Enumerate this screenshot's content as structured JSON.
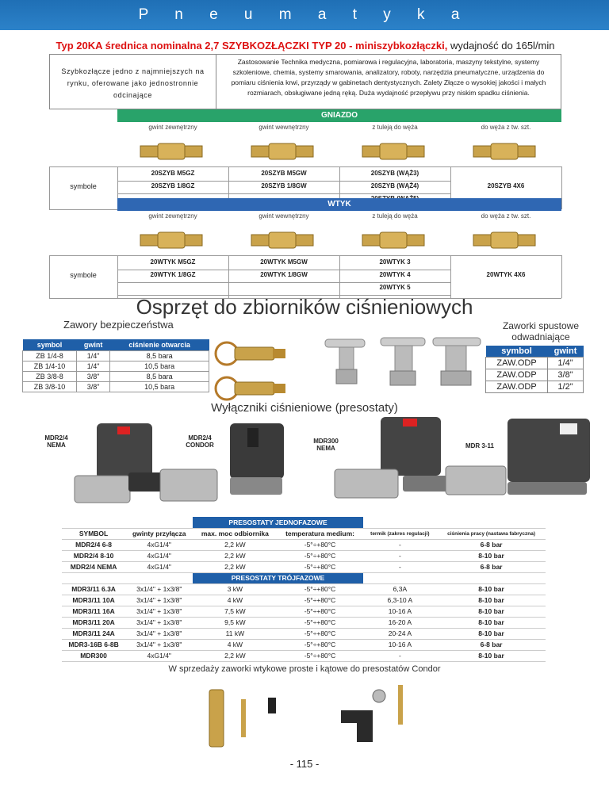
{
  "header": {
    "title": "P n e u m a t y k a"
  },
  "intro": {
    "title_red": "Typ 20KA średnica nominalna  2,7 SZYBKOZŁĄCZKI TYP 20 - miniszybkozłączki,",
    "title_rest": " wydajność do 165l/min",
    "left_text": "Szybkozłącze jedno z najmniejszych na rynku, oferowane jako jednostronnie odcinające",
    "right_text": "Zastosowanie Technika medyczna, pomiarowa i regulacyjna, laboratoria, maszyny tekstylne, systemy szkoleniowe, chemia, systemy smarowania, analizatory, roboty, narzędzia pneumatyczne, urządzenia do pomiaru ciśnienia krwi, przyrządy w gabinetach dentystycznych. Zalety Złącze o wysokiej jakości i małych rozmiarach, obsługiwane jedną ręką. Duża wydajność przepływu przy niskim spadku ciśnienia."
  },
  "gniazdo": {
    "band": "GNIAZDO",
    "cols": [
      "gwint zewnętrzny",
      "gwint wewnętrzny",
      "z tuleją do węża",
      "do węża z tw. szt."
    ],
    "symbol_label": "symbole",
    "rows": [
      [
        "20SZYB M5GZ",
        "20SZYB M5GW",
        "20SZYB (WĄŻ3)"
      ],
      [
        "20SZYB 1/8GZ",
        "20SZYB 1/8GW",
        "20SZYB (WĄŻ4)"
      ],
      [
        "",
        "",
        "20SZYB (WĄŻ5)"
      ]
    ],
    "last": "20SZYB 4X6"
  },
  "wtyk": {
    "band": "WTYK",
    "cols": [
      "gwint zewnętrzny",
      "gwint wewnętrzny",
      "z tuleją do węża",
      "do węża z tw. szt."
    ],
    "symbol_label": "symbole",
    "rows": [
      [
        "20WTYK M5GZ",
        "20WTYK M5GW",
        "20WTYK 3"
      ],
      [
        "20WTYK 1/8GZ",
        "20WTYK 1/8GW",
        "20WTYK 4"
      ],
      [
        "",
        "",
        "20WTYK 5"
      ]
    ],
    "last": "20WTYK 4X6"
  },
  "osprzet": {
    "title": "Osprzęt do zbiorników ciśnieniowych",
    "zawory_title": "Zawory bezpieczeństwa",
    "zawory_head": [
      "symbol",
      "gwint",
      "ciśnienie otwarcia"
    ],
    "zawory_rows": [
      [
        "ZB 1/4-8",
        "1/4\"",
        "8,5 bara"
      ],
      [
        "ZB 1/4-10",
        "1/4\"",
        "10,5 bara"
      ],
      [
        "ZB 3/8-8",
        "3/8\"",
        "8,5 bara"
      ],
      [
        "ZB 3/8-10",
        "3/8\"",
        "10,5 bara"
      ]
    ],
    "zaworki_title_1": "Zaworki spustowe",
    "zaworki_title_2": "odwadniające",
    "zaworki_head": [
      "symbol",
      "gwint"
    ],
    "zaworki_rows": [
      [
        "ZAW.ODP",
        "1/4\""
      ],
      [
        "ZAW.ODP",
        "3/8\""
      ],
      [
        "ZAW.ODP",
        "1/2\""
      ]
    ]
  },
  "presostaty": {
    "title": "Wyłączniki ciśnieniowe (presostaty)",
    "labels": [
      "MDR2/4 NEMA",
      "MDR2/4 CONDOR",
      "MDR300 NEMA",
      "MDR 3-11"
    ],
    "sec1": "PRESOSTATY JEDNOFAZOWE",
    "sec2": "PRESOSTATY TRÓJFAZOWE",
    "head": [
      "SYMBOL",
      "gwinty przyłącza",
      "max. moc odbiornika",
      "temperatura medium:",
      "termik (zakres regulacji)",
      "ciśnienia pracy (nastawa fabryczna)"
    ],
    "rows1": [
      [
        "MDR2/4 6-8",
        "4xG1/4\"",
        "2,2 kW",
        "-5°÷+80°C",
        "-",
        "6-8 bar"
      ],
      [
        "MDR2/4 8-10",
        "4xG1/4\"",
        "2,2 kW",
        "-5°÷+80°C",
        "-",
        "8-10 bar"
      ],
      [
        "MDR2/4 NEMA",
        "4xG1/4\"",
        "2,2 kW",
        "-5°÷+80°C",
        "-",
        "6-8 bar"
      ]
    ],
    "rows3": [
      [
        "MDR3/11 6.3A",
        "3x1/4\" + 1x3/8\"",
        "3 kW",
        "-5°÷+80°C",
        "6,3A",
        "8-10 bar"
      ],
      [
        "MDR3/11 10A",
        "3x1/4\" + 1x3/8\"",
        "4 kW",
        "-5°÷+80°C",
        "6,3-10 A",
        "8-10 bar"
      ],
      [
        "MDR3/11 16A",
        "3x1/4\" + 1x3/8\"",
        "7,5 kW",
        "-5°÷+80°C",
        "10-16 A",
        "8-10 bar"
      ],
      [
        "MDR3/11 20A",
        "3x1/4\" + 1x3/8\"",
        "9,5 kW",
        "-5°÷+80°C",
        "16-20 A",
        "8-10 bar"
      ],
      [
        "MDR3/11 24A",
        "3x1/4\" + 1x3/8\"",
        "11 kW",
        "-5°÷+80°C",
        "20-24 A",
        "8-10 bar"
      ],
      [
        "MDR3-16B 6-8B",
        "3x1/4\" + 1x3/8\"",
        "4 kW",
        "-5°÷+80°C",
        "10-16 A",
        "6-8 bar"
      ],
      [
        "MDR300",
        "4xG1/4\"",
        "2,2 kW",
        "-5°÷+80°C",
        "-",
        "8-10 bar"
      ]
    ]
  },
  "footer": {
    "note": "W sprzedaży zaworki wtykowe proste i kątowe do presostatów Condor",
    "page": "- 115 -"
  },
  "colors": {
    "header": "#2c82c9",
    "gniazdo_band": "#29a36a",
    "wtyk_band": "#2f67b3",
    "table_head": "#1f5fa8",
    "title_red": "#dd1111"
  },
  "icons": [
    "brass-fitting-icon",
    "safety-valve-icon",
    "drain-valve-icon",
    "pressure-switch-icon"
  ]
}
